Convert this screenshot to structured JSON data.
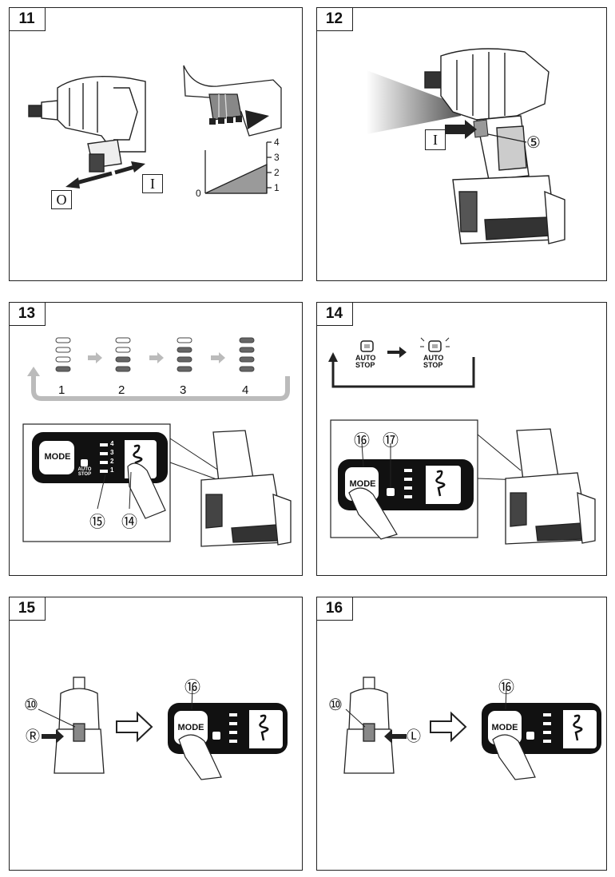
{
  "figures": [
    {
      "number": "11",
      "switch_off": "O",
      "switch_on": "I",
      "graph_labels": [
        "0",
        "1",
        "2",
        "3",
        "4"
      ]
    },
    {
      "number": "12",
      "switch_on": "I",
      "callout": "⑤"
    },
    {
      "number": "13",
      "steps": [
        "1",
        "2",
        "3",
        "4"
      ],
      "mode_label": "MODE",
      "auto_stop": "AUTO\nSTOP",
      "levels": [
        "4",
        "3",
        "2",
        "1"
      ],
      "callouts": [
        "⑮",
        "⑭"
      ]
    },
    {
      "number": "14",
      "auto_stop_line1": "AUTO",
      "auto_stop_line2": "STOP",
      "mode_label": "MODE",
      "callouts": [
        "⑯",
        "⑰"
      ]
    },
    {
      "number": "15",
      "callouts": [
        "⑩",
        "⑯"
      ],
      "direction": "Ⓡ",
      "mode_label": "MODE"
    },
    {
      "number": "16",
      "callouts": [
        "⑩",
        "⑯"
      ],
      "direction": "Ⓛ",
      "mode_label": "MODE"
    }
  ],
  "colors": {
    "line": "#222222",
    "fill_gray": "#9a9a9a",
    "panel_black": "#111111"
  }
}
